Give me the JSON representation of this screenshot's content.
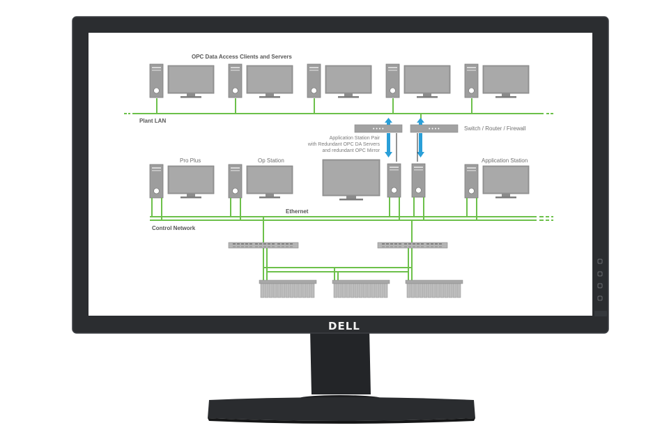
{
  "monitor": {
    "brand_logo": "DELL",
    "side_buttons": 4,
    "bezel_color": "#2b2d30",
    "screen_color": "#ffffff"
  },
  "diagram": {
    "accent_green": "#6cc04a",
    "arrow_blue": "#2a9fd8",
    "device_gray": "#9a9a9a",
    "title": "OPC Data Access Clients and Servers",
    "plant_lan_label": "Plant LAN",
    "switch_label": "Switch / Router / Firewall",
    "app_station_pair_label": [
      "Application Station Pair",
      "with Redundant OPC DA Servers",
      "and redundant OPC Mirror"
    ],
    "pro_plus_label": "Pro Plus",
    "op_station_label": "Op Station",
    "application_station_label": "Application Station",
    "ethernet_label": "Ethernet",
    "control_network_label": "Control Network"
  }
}
